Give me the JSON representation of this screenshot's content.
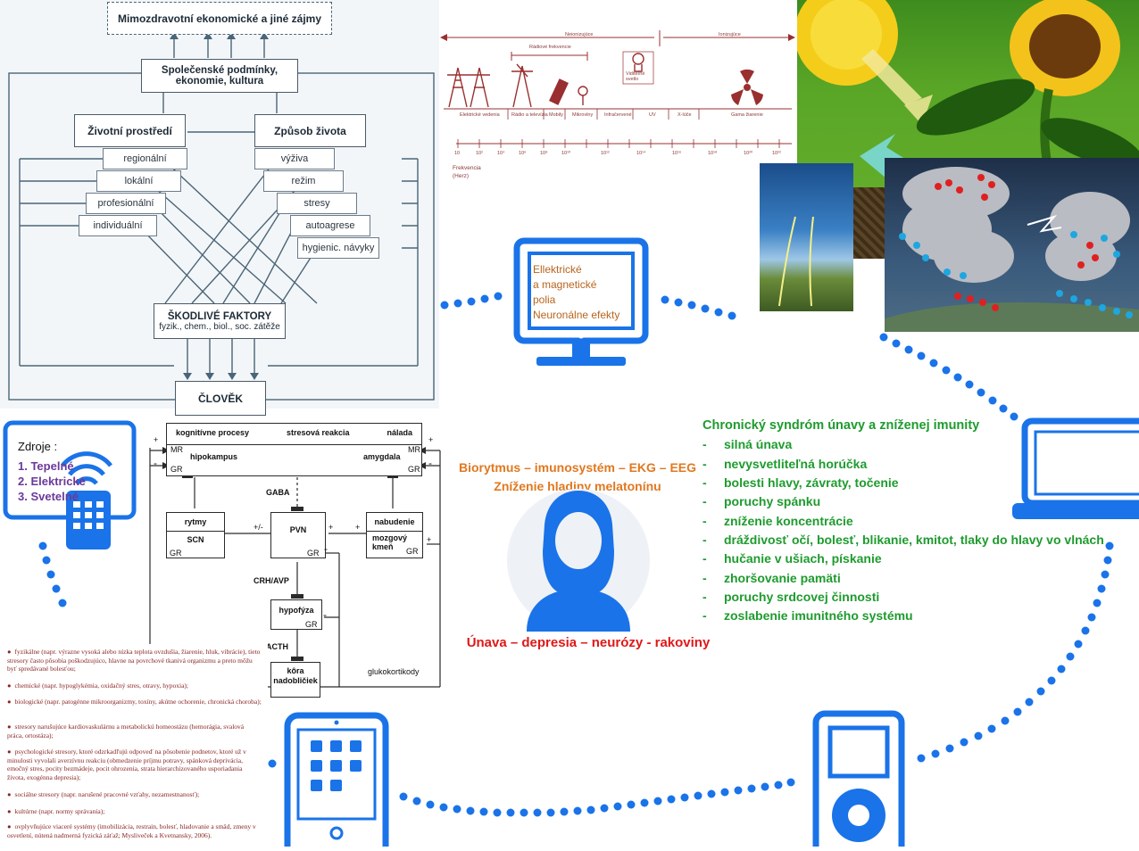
{
  "flow": {
    "top_box": "Mimozdravotní ekonomické a jiné zájmy",
    "society": "Společenské podmínky, ekonomie, kultura",
    "environment": "Životní prostředí",
    "lifestyle": "Způsob života",
    "env_items": [
      "regionální",
      "lokální",
      "profesionální",
      "individuální"
    ],
    "life_items": [
      "výživa",
      "režim",
      "stresy",
      "autoagrese",
      "hygienic. návyky"
    ],
    "harmful_title": "ŠKODLIVÉ FAKTORY",
    "harmful_sub": "fyzik., chem., biol., soc. zátěže",
    "human": "ČLOVĚK"
  },
  "spectrum": {
    "nonionizing": "Neionizujúce",
    "ionizing": "Ionizujúce",
    "radio": "Rádiové frekvencie",
    "bulb": "Viditeľné svetlo",
    "bands": [
      "Elektrické vedenia",
      "Rádio a televízia",
      "Mobily",
      "Mikrovlny",
      "Infračervené",
      "UV",
      "X-lúče",
      "Gama žiarenie"
    ],
    "ticks": [
      "10",
      "10²",
      "10⁴",
      "10⁶",
      "10⁸",
      "10¹⁰",
      "10¹²",
      "10¹⁴",
      "10¹⁶",
      "10¹⁸",
      "10²⁰",
      "10²²"
    ],
    "axis_label": "Frekvencia (Herz)"
  },
  "monitor_text": [
    "Ellektrické",
    "a magnetické",
    "polia",
    "Neuronálne  efekty"
  ],
  "sources": {
    "title": "Zdroje  :",
    "items": [
      "1. Tepelné",
      "2. Elektrické",
      "3. Svetelné"
    ]
  },
  "hpa": {
    "top": [
      "kognitívne procesy",
      "stresová reakcia",
      "nálada"
    ],
    "hippo": "hipokampus",
    "amygdala": "amygdala",
    "mr": "MR",
    "gr": "GR",
    "gaba": "GABA",
    "rytmy": "rytmy",
    "scn": "SCN",
    "pvn": "PVN",
    "nabudenie": "nabudenie",
    "mozgovy": "mozgový kmeň",
    "crh": "CRH/AVP",
    "hypofyza": "hypofýza",
    "acth": "ACTH",
    "kora": "kôra nadobličiek",
    "gluko": "glukokortikody",
    "plus": "+",
    "minus": "-",
    "pm": "+/-"
  },
  "center": {
    "line1": "Biorytmus – imunosystém – EKG – EEG",
    "line2": "Zníženie hladiny melatonínu",
    "bottom": "Únava – depresia – neurózy -  rakoviny"
  },
  "syndrome": {
    "title": "Chronický syndróm únavy a zníženej imunity",
    "dash": "-",
    "items": [
      "silná únava",
      "nevysvetliteľná horúčka",
      "bolesti hlavy, závraty, točenie",
      "poruchy spánku",
      "zníženie koncentrácie",
      "dráždivosť očí, bolesť, blikanie, kmitot, tlaky do hlavy vo vlnách",
      "hučanie v ušiach, pískanie",
      "zhoršovanie pamäti",
      "poruchy srdcovej činnosti",
      "zoslabenie imunitného systému"
    ]
  },
  "stressors": [
    "fyzikálne (napr. výrazne vysoká alebo nízka teplota ovzdušia, žiarenie, hluk, vibrácie), tieto stresory často pôsobia poškodzujúco, hlavne na povrchové tkanivá organizmu a preto môžu byť spredávané bolesťou;",
    "chemické (napr. hypoglykémia, oxidačný stres, otravy, hypoxia);",
    "biologické (napr. patogénne mikroorganizmy, toxíny, akútne ochorenie, chronická choroba);",
    "stresory narušujúce kardiovaskulárnu a metabolickú homeostázu (hemorágia, svalová práca, ortostáza);",
    "psychologické stresory, ktoré odzrkadľujú odpoveď na pôsobenie podnetov, ktoré už v minulosti vyvolali averzívnu reakciu (obmedzenie príjmu potravy, spánková deprivácia, emočný stres, pocity bezmádeje, pocit ohrozenia, strata hierarchizovaného usporiadania života, exogénna depresia);",
    "sociálne stresory (napr. narušené pracovné vzťahy, nezamestnanosť);",
    "kultúrne (napr. normy správania);",
    "ovplyvňujúce viaceré systémy (imobilizácia, restrain, bolesť, hladovanie a smäd, zmeny v osvetlení, nútená nadmerná fyzická záťaž; Mysliveček a Kvetnansky, 2006)."
  ],
  "colors": {
    "device_blue": "#1a73e8",
    "green_text": "#1e9b2e",
    "orange_text": "#e07820",
    "red_text": "#e01818",
    "sources_text": "#6a3a9a"
  }
}
